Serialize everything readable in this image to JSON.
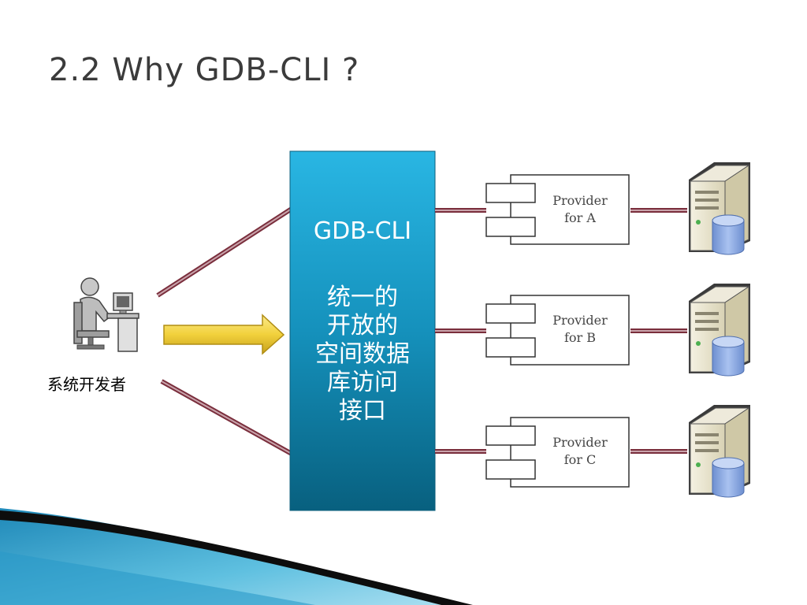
{
  "title": "2.2 Why GDB-CLI ?",
  "gdb": {
    "name": "GDB-CLI",
    "description_lines": [
      "统一的",
      "开放的",
      "空间数据",
      "库访问",
      "接口"
    ]
  },
  "developer": {
    "label": "系统开发者",
    "icon": "developer-at-computer-icon"
  },
  "providers": [
    {
      "line1": "Provider",
      "line2": "for A"
    },
    {
      "line1": "Provider",
      "line2": "for B"
    },
    {
      "line1": "Provider",
      "line2": "for C"
    }
  ],
  "server_icon": "database-server-icon",
  "colors": {
    "gdb_box_top": "#29b6e3",
    "gdb_box_bottom": "#0a6f93",
    "connector": "#7a2e3c",
    "arrow": "#f2d13c",
    "title_text": "#3b3b3b"
  }
}
